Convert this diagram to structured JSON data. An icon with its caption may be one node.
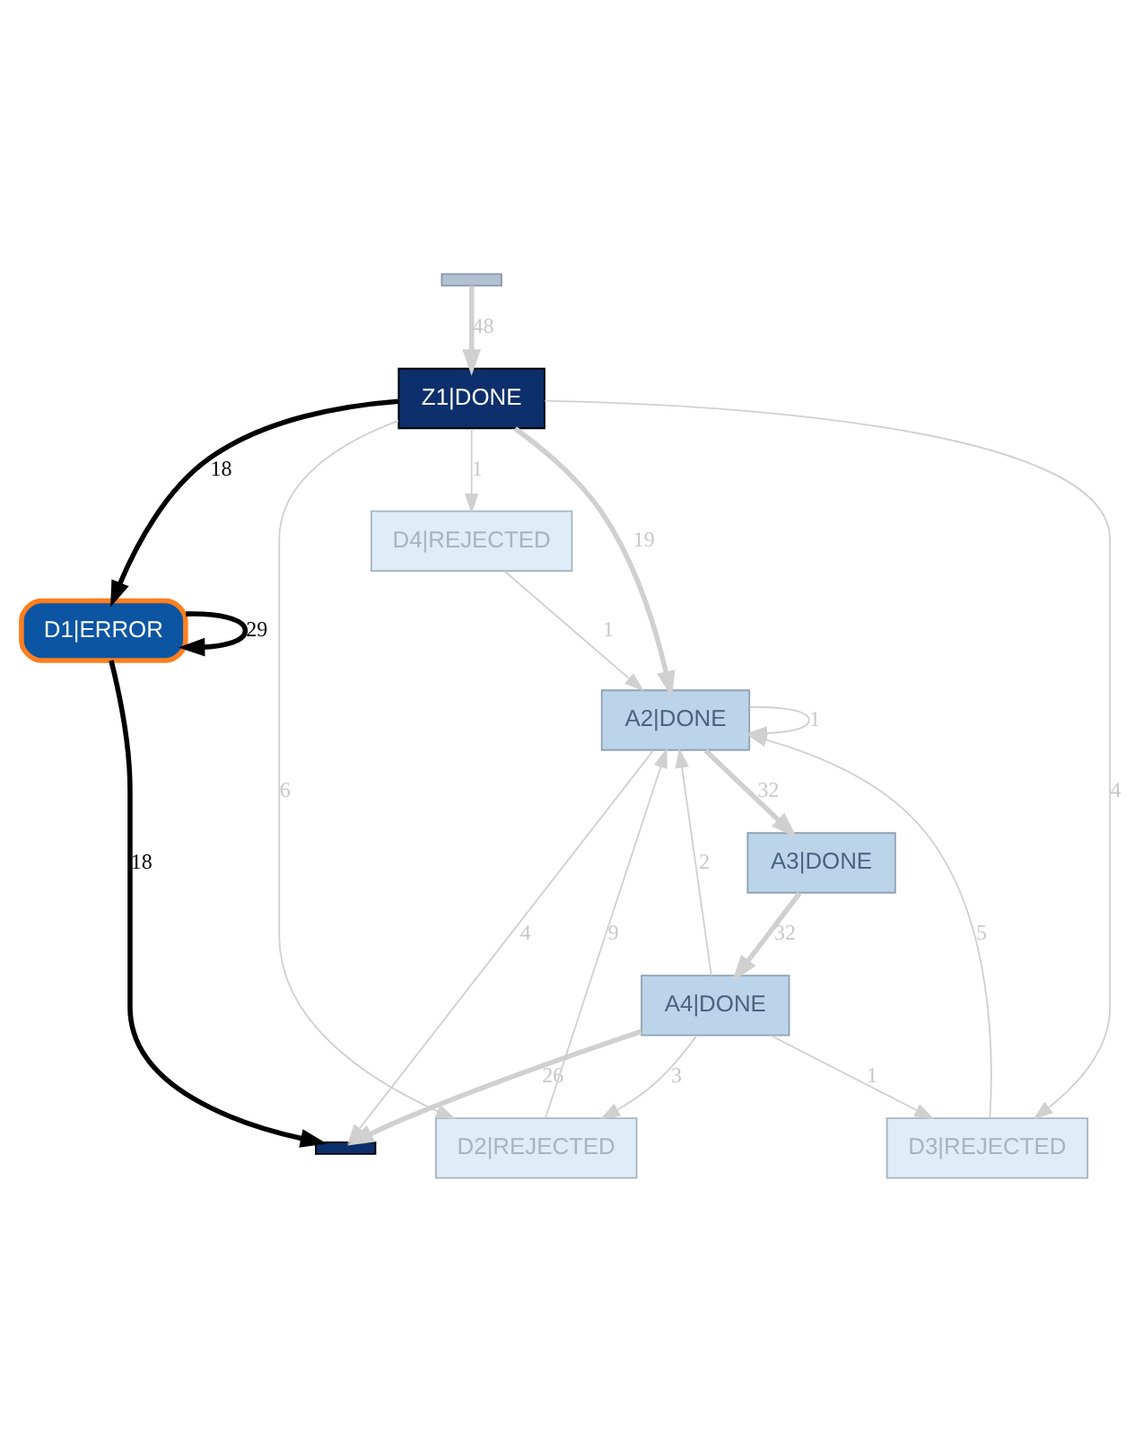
{
  "diagram": {
    "nodes": [
      {
        "text": [],
        "shape": "bar"
      },
      {
        "text": [
          "Z1|DONE"
        ]
      },
      {
        "text": [
          "D1|ERROR"
        ]
      },
      {
        "text": [
          "D4|REJECTED"
        ]
      },
      {
        "text": [
          "A2|DONE"
        ]
      },
      {
        "text": [
          "A3|DONE"
        ]
      },
      {
        "text": [
          "A4|DONE"
        ]
      },
      {
        "text": [],
        "shape": "bar"
      },
      {
        "text": [
          "D2|REJECTED"
        ]
      },
      {
        "text": [
          "D3|REJECTED"
        ]
      }
    ],
    "edges": [
      {
        "from": 0,
        "to": 1,
        "arrow": "to",
        "label": "48",
        "style": "thick"
      },
      {
        "from": 1,
        "to": 2,
        "arrow": "to",
        "label": "18",
        "style": "thick",
        "color": "#000000"
      },
      {
        "from": 1,
        "to": 3,
        "arrow": "to",
        "label": "1"
      },
      {
        "from": 1,
        "to": 4,
        "arrow": "to",
        "label": "19",
        "style": "thick"
      },
      {
        "from": 1,
        "to": 8,
        "arrow": "to",
        "label": "6"
      },
      {
        "from": 1,
        "to": 9,
        "arrow": "to",
        "label": "4"
      },
      {
        "from": 2,
        "to": 2,
        "arrow": "to",
        "label": "29",
        "style": "thick",
        "color": "#000000"
      },
      {
        "from": 3,
        "to": 4,
        "arrow": "to",
        "label": "1"
      },
      {
        "from": 2,
        "to": 7,
        "arrow": "to",
        "label": "18",
        "style": "thick",
        "color": "#000000"
      },
      {
        "from": 4,
        "to": 4,
        "arrow": "to",
        "label": "1"
      },
      {
        "from": 4,
        "to": 5,
        "arrow": "to",
        "label": "32",
        "style": "thick"
      },
      {
        "from": 5,
        "to": 6,
        "arrow": "to",
        "label": "32",
        "style": "thick"
      },
      {
        "from": 6,
        "to": 4,
        "arrow": "to",
        "label": "2"
      },
      {
        "from": 4,
        "to": 7,
        "arrow": "to",
        "label": "4"
      },
      {
        "from": 8,
        "to": 4,
        "arrow": "to",
        "label": "9"
      },
      {
        "from": 9,
        "to": 4,
        "arrow": "to",
        "label": "5"
      },
      {
        "from": 6,
        "to": 7,
        "arrow": "to",
        "label": "26",
        "style": "thick"
      },
      {
        "from": 6,
        "to": 8,
        "arrow": "to",
        "label": "3"
      },
      {
        "from": 6,
        "to": 9,
        "arrow": "to",
        "label": "1"
      }
    ]
  }
}
